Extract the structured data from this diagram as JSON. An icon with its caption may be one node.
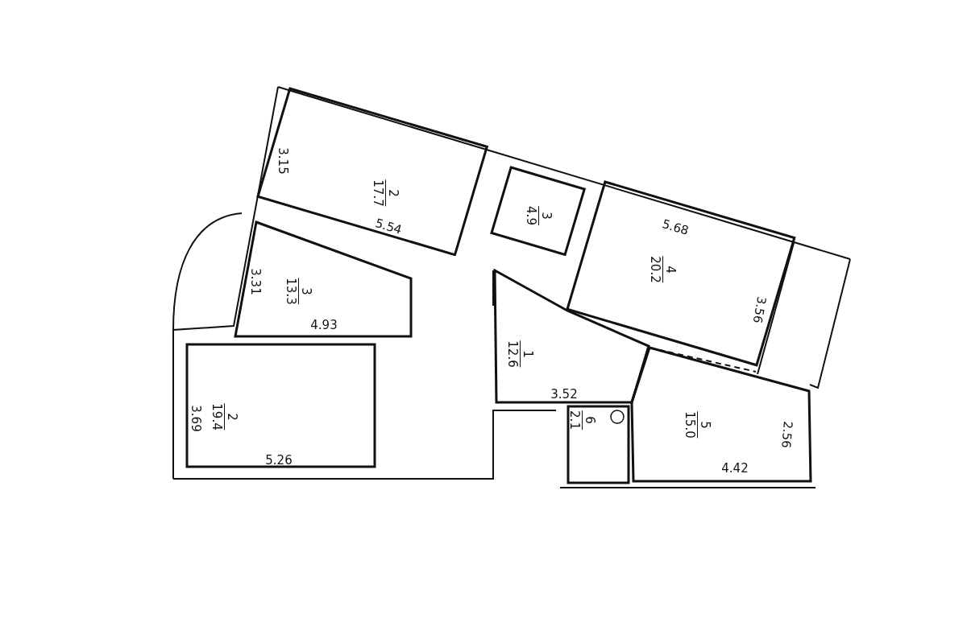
{
  "diagram": {
    "nodes": [
      {
        "text": [
          "2",
          "17.7"
        ]
      },
      {
        "text": [
          "3",
          "4.9"
        ]
      },
      {
        "text": [
          "4",
          "20.2"
        ]
      },
      {
        "text": [
          "3",
          "13.3"
        ]
      },
      {
        "text": [
          "1",
          "12.6"
        ]
      },
      {
        "text": [
          "2",
          "19.4"
        ]
      },
      {
        "text": [
          "6",
          "2.1"
        ]
      },
      {
        "text": [
          "5",
          "15.0"
        ]
      }
    ],
    "labels": [
      "3.15",
      "5.54",
      "3.31",
      "4.93",
      "5.68",
      "3.56",
      "3.69",
      "5.26",
      "3.52",
      "2.56",
      "4.42"
    ]
  }
}
